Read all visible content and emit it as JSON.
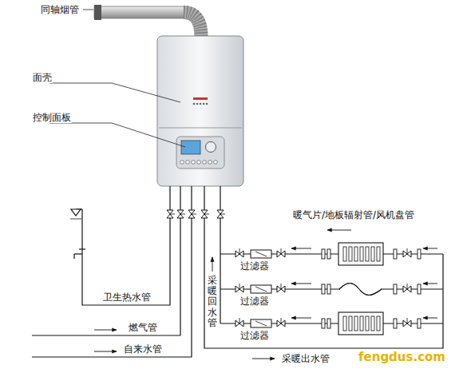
{
  "diagram": {
    "labels": [
      "同轴烟管",
      "面壳",
      "控制面板",
      "暖气片/地板辐射管/风机盘管",
      "过滤器",
      "过滤器",
      "过滤器",
      "采暖回水管",
      "卫生热水管",
      "燃气管",
      "自来水管",
      "采暖出水管",
      "fengdus.com"
    ]
  }
}
